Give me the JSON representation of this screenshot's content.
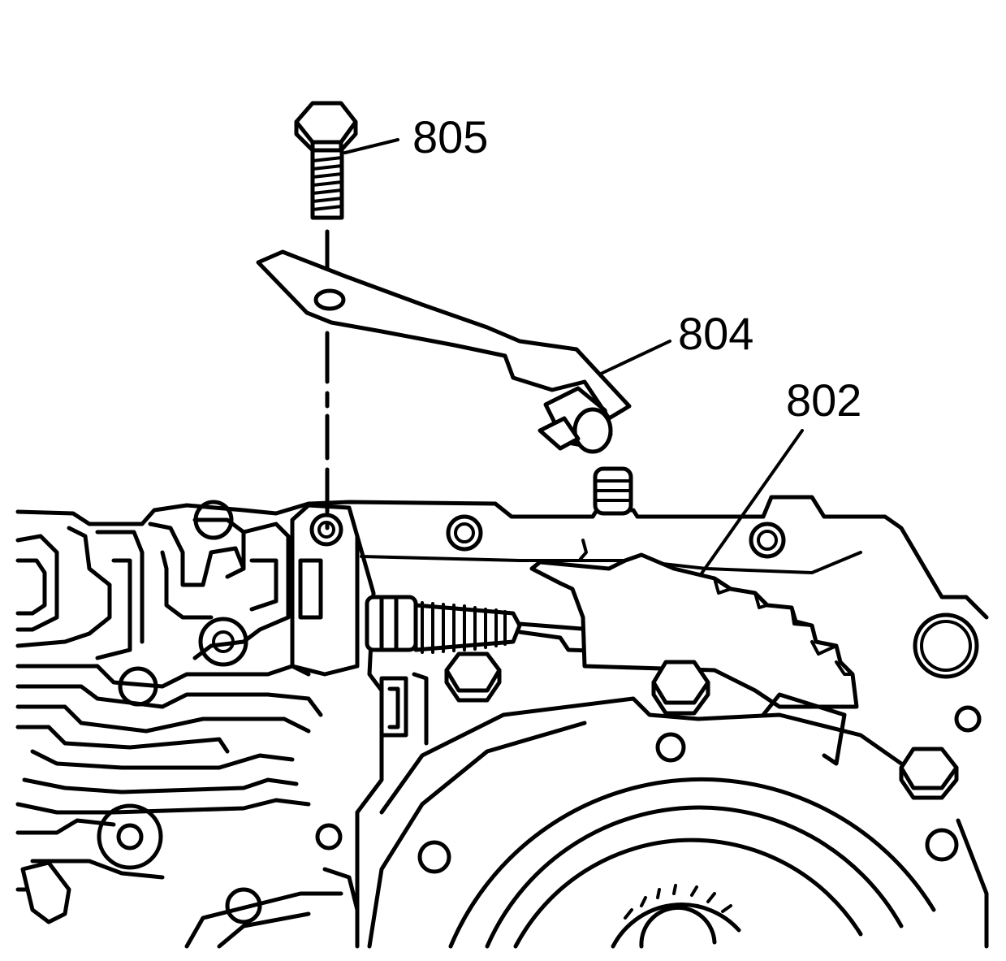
{
  "callouts": {
    "bolt": "805",
    "lever": "804",
    "selector": "802"
  }
}
